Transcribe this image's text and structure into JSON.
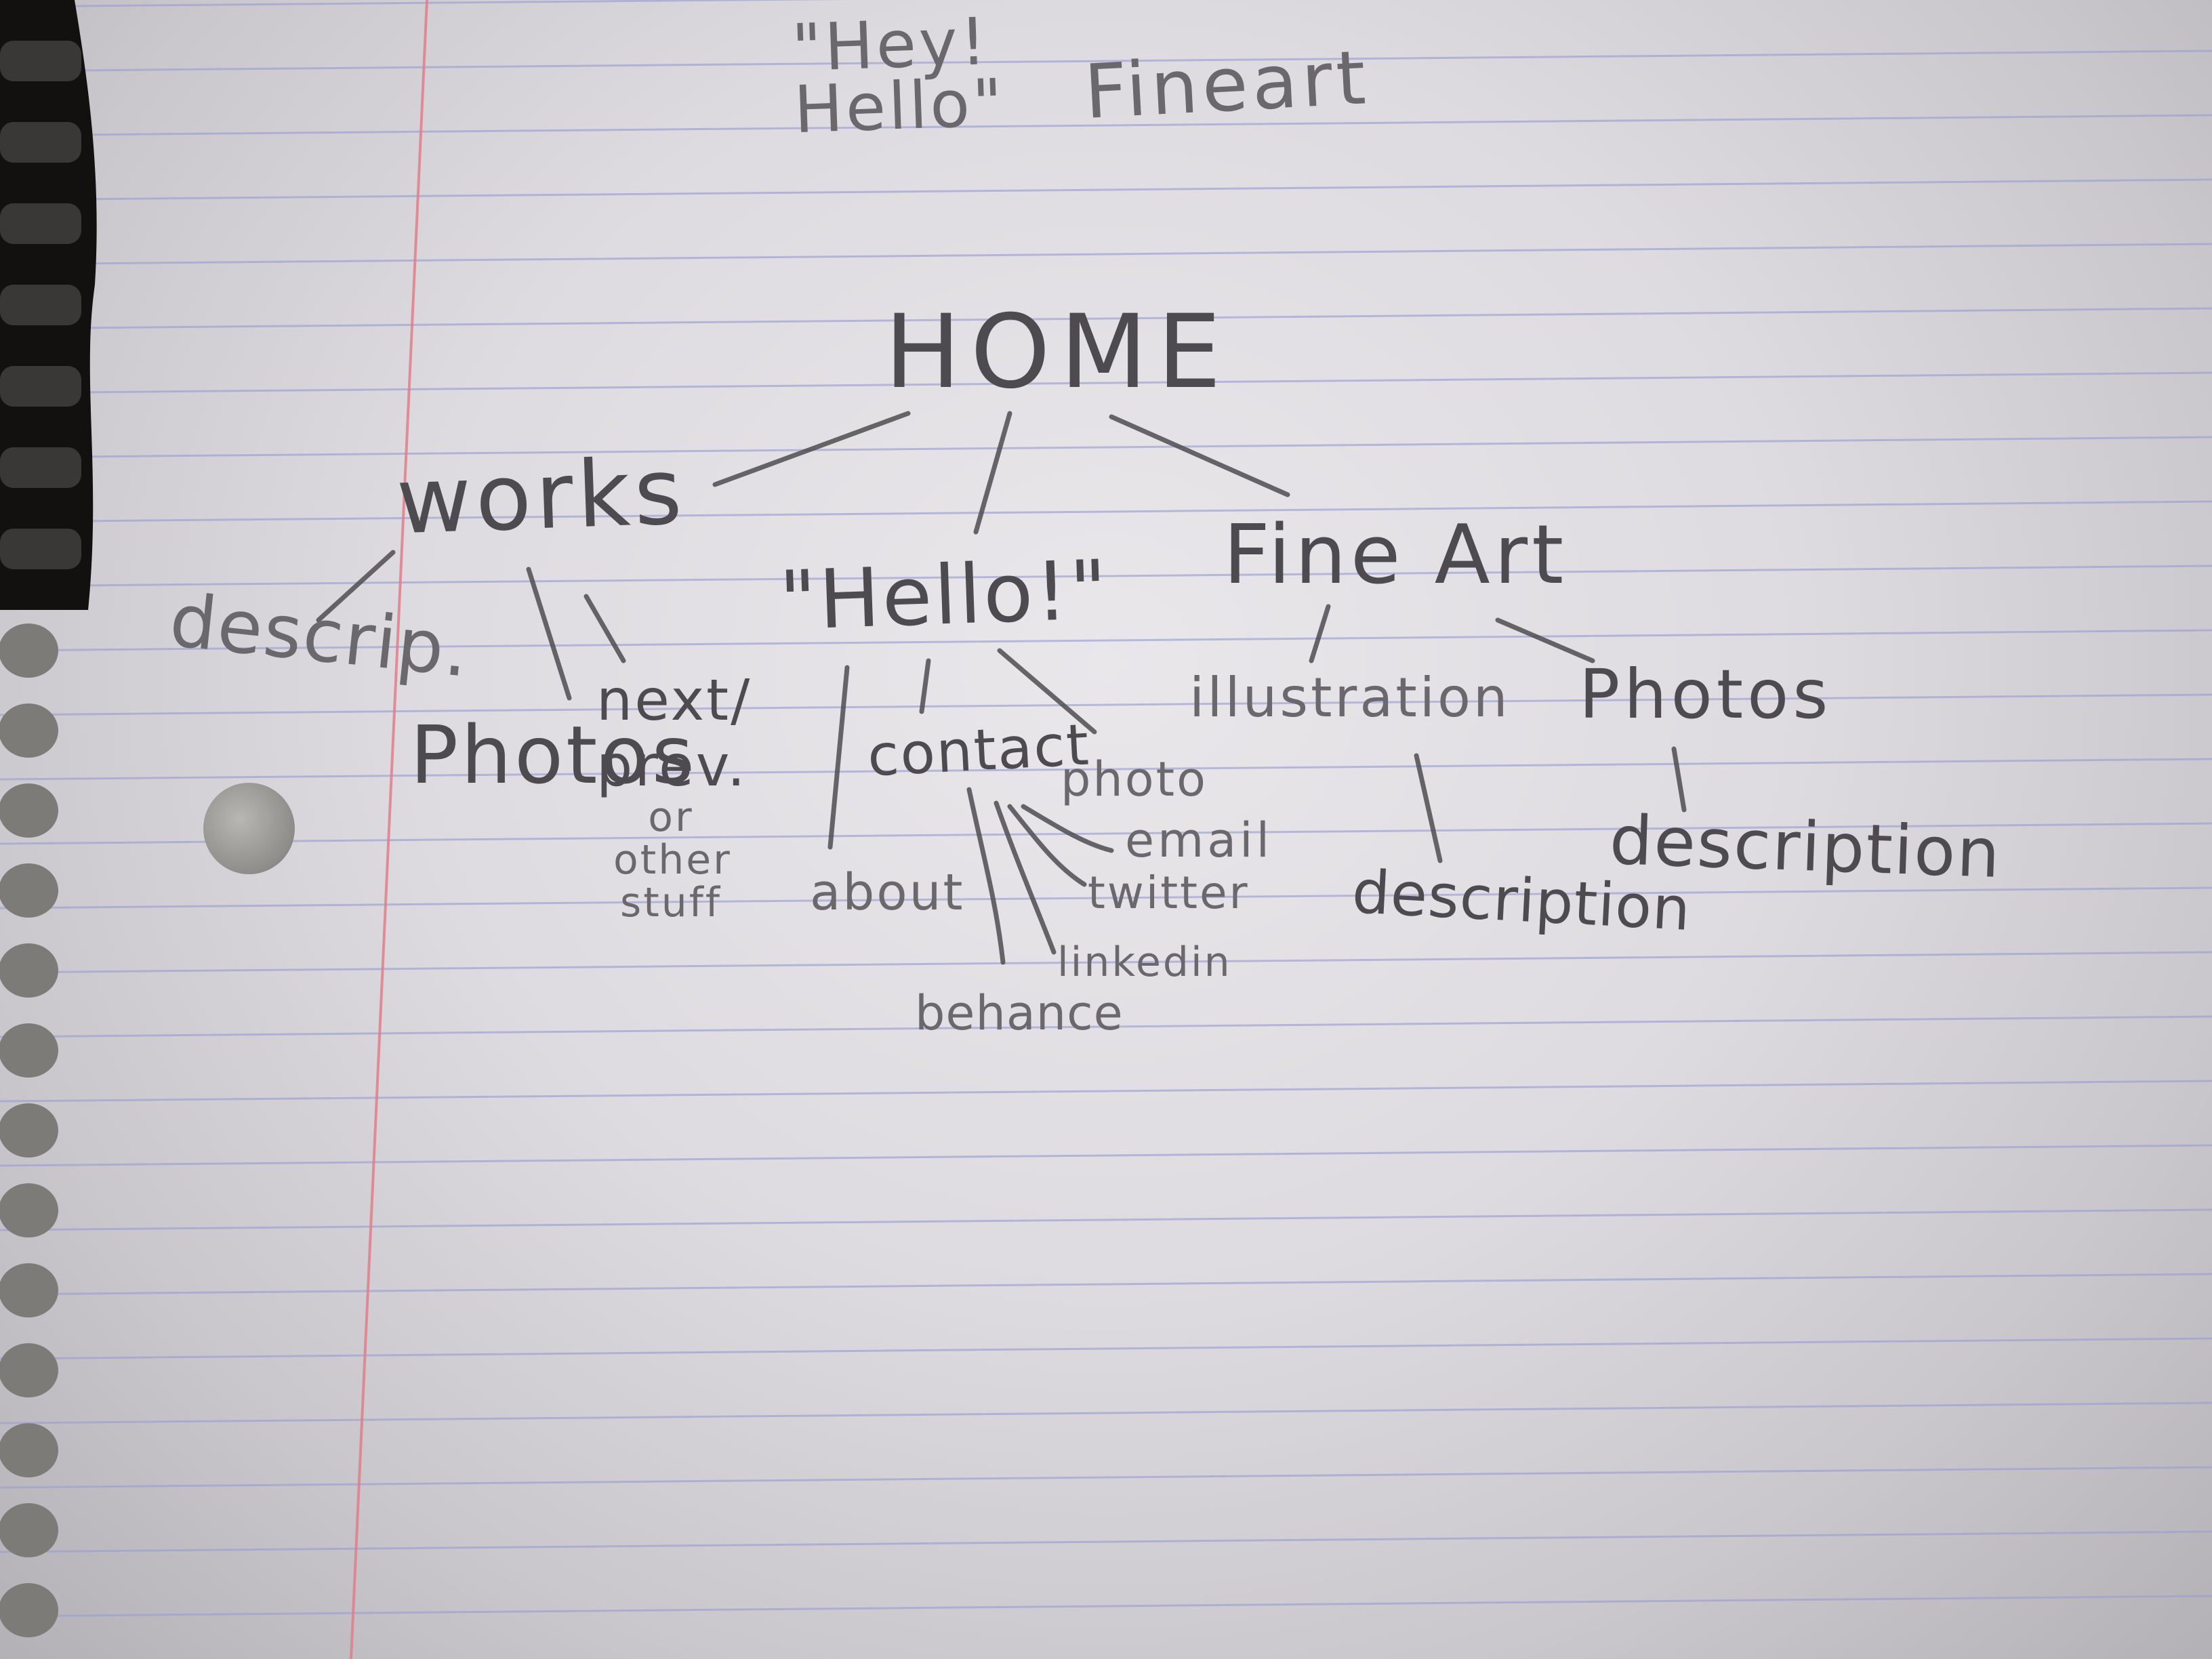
{
  "top_notes": {
    "hey_hello": "\"Hey! Hello\"",
    "fineart": "Fineart"
  },
  "diagram": {
    "root": "HOME",
    "works": "works",
    "works_children": {
      "descrip": "descrip.",
      "photos": "Photos",
      "next_prev": "next/ prev.",
      "or_other_stuff": "or other stuff"
    },
    "hello": "\"Hello!\"",
    "hello_children": {
      "about": "about",
      "contact": "contact",
      "photo": "photo",
      "email": "email",
      "twitter": "twitter",
      "linkedin": "linkedin",
      "behance": "behance"
    },
    "fine_art": "Fine Art",
    "fine_art_children": {
      "illustration": "illustration",
      "illustration_description": "description",
      "photos": "Photos",
      "photos_description": "description"
    }
  },
  "colors": {
    "paper": "#e4e2e6",
    "ruled_line": "#9a9fd4",
    "margin_line": "#e07f8a",
    "pencil": "#4d4b50"
  }
}
